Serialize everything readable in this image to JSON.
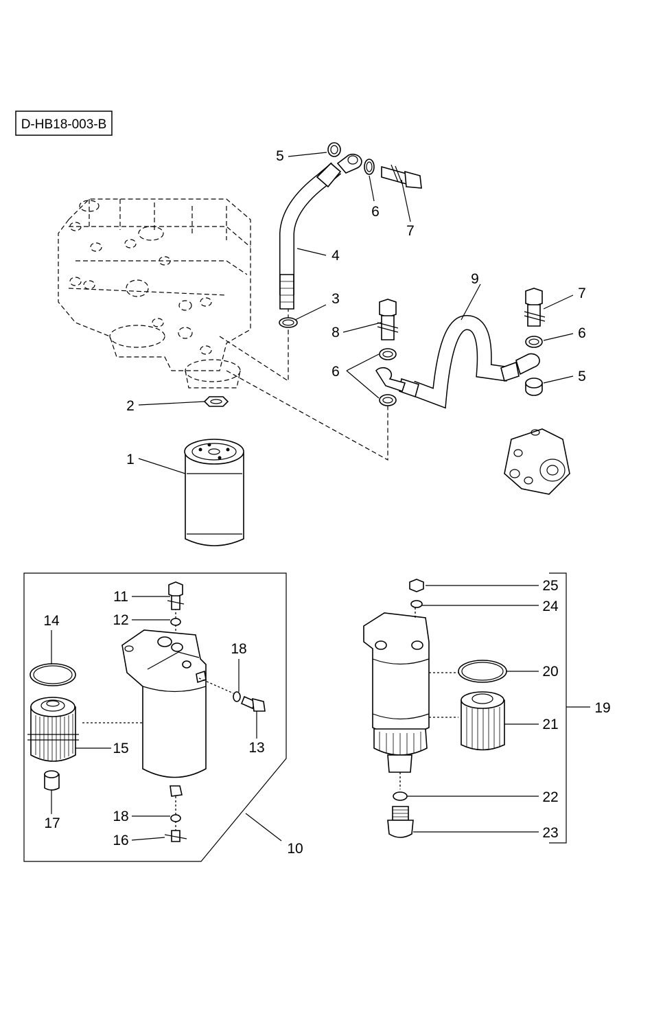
{
  "diagram_code": "D-HB18-003-B",
  "callouts": {
    "c1": "1",
    "c2": "2",
    "c3": "3",
    "c4": "4",
    "c5a": "5",
    "c6a": "6",
    "c7a": "7",
    "c8": "8",
    "c9": "9",
    "c7b": "7",
    "c6b": "6",
    "c6c": "6",
    "c5b": "5",
    "c10": "10",
    "c11": "11",
    "c12": "12",
    "c13": "13",
    "c14": "14",
    "c15": "15",
    "c16": "16",
    "c17": "17",
    "c18a": "18",
    "c18b": "18",
    "c19": "19",
    "c20": "20",
    "c21": "21",
    "c22": "22",
    "c23": "23",
    "c24": "24",
    "c25": "25"
  }
}
